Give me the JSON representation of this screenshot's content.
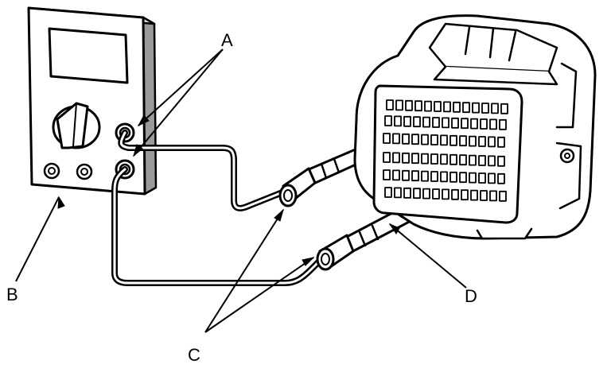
{
  "diagram": {
    "callouts": {
      "a": "A",
      "b": "B",
      "c": "C",
      "d": "D"
    },
    "colors": {
      "line": "#000000",
      "background": "#ffffff",
      "shade": "#d9d9d9"
    },
    "icons": [
      "multimeter-icon",
      "probe-icon",
      "connector-icon",
      "test-lead-icon"
    ]
  }
}
